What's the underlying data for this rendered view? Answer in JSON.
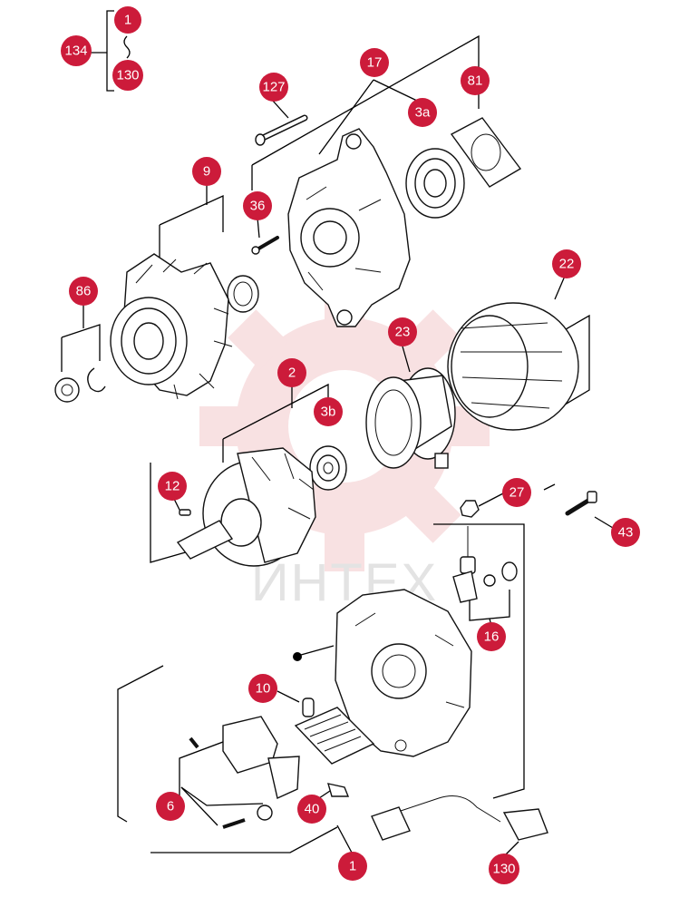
{
  "watermark": {
    "text": "ИНТЕХ",
    "gear_color": "#f4c9cc"
  },
  "accent_color": "#cc1b3a",
  "callouts": {
    "c1_top": "1",
    "c130_top": "130",
    "c134": "134",
    "c127": "127",
    "c17": "17",
    "c81": "81",
    "c3a": "3a",
    "c9": "9",
    "c36": "36",
    "c22": "22",
    "c86": "86",
    "c23": "23",
    "c2": "2",
    "c3b": "3b",
    "c12": "12",
    "c27": "27",
    "c43": "43",
    "c16": "16",
    "c10": "10",
    "c6": "6",
    "c40": "40",
    "c1_bottom": "1",
    "c130_bottom": "130"
  },
  "icons": [
    "dot-marker-icon"
  ]
}
